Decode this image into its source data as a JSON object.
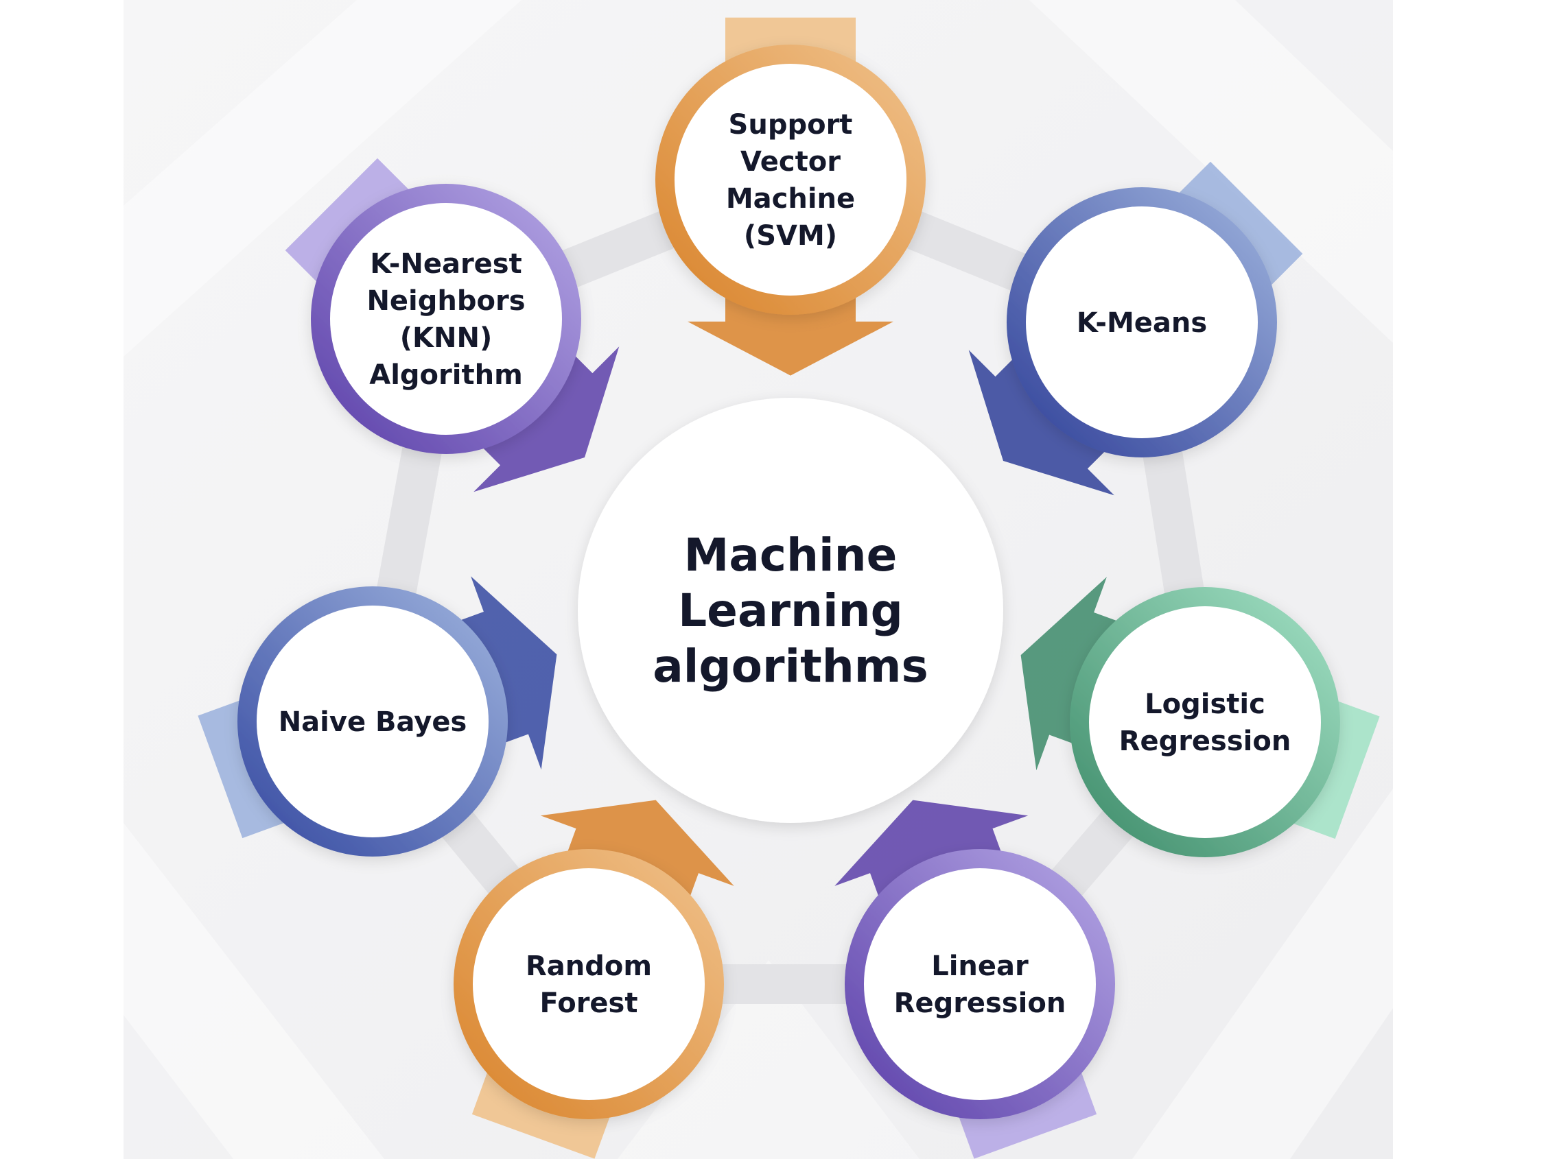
{
  "diagram": {
    "center": {
      "lines": [
        "Machine",
        "Learning",
        "algorithms"
      ]
    },
    "nodes": [
      {
        "id": "svm",
        "lines": [
          "Support",
          "Vector",
          "Machine",
          "(SVM)"
        ],
        "colors": [
          "#f0c28c",
          "#d9832a"
        ]
      },
      {
        "id": "kmeans",
        "lines": [
          "K-Means"
        ],
        "colors": [
          "#9fb4de",
          "#2f3f98"
        ]
      },
      {
        "id": "logistic",
        "lines": [
          "Logistic",
          "Regression"
        ],
        "colors": [
          "#a4e2c6",
          "#3c8a68"
        ]
      },
      {
        "id": "linear",
        "lines": [
          "Linear",
          "Regression"
        ],
        "colors": [
          "#b6a8e6",
          "#5a3ea8"
        ]
      },
      {
        "id": "random-forest",
        "lines": [
          "Random",
          "Forest"
        ],
        "colors": [
          "#f0c28c",
          "#d9832a"
        ]
      },
      {
        "id": "naive-bayes",
        "lines": [
          "Naive Bayes"
        ],
        "colors": [
          "#9fb4de",
          "#3448a0"
        ]
      },
      {
        "id": "knn",
        "lines": [
          "K-Nearest",
          "Neighbors",
          "(KNN)",
          "Algorithm"
        ],
        "colors": [
          "#b6a8e6",
          "#5a3ea8"
        ]
      }
    ]
  }
}
